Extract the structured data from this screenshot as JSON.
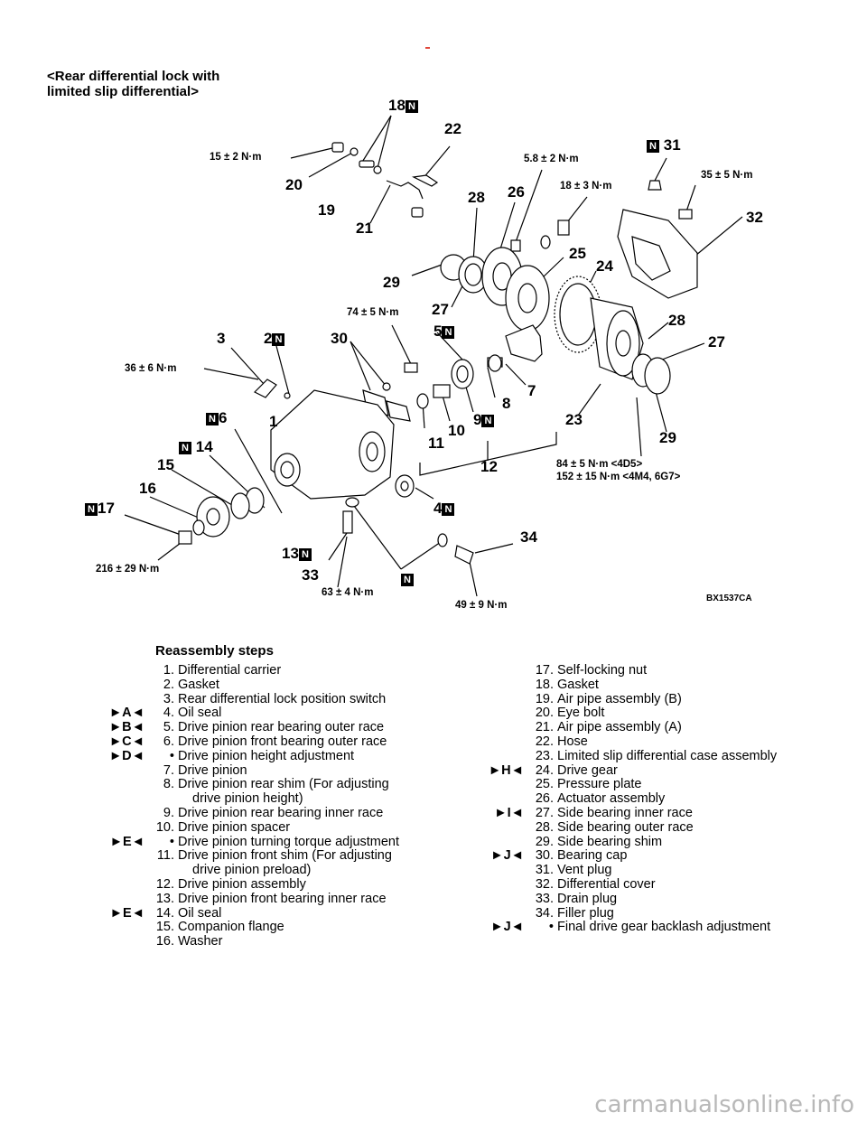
{
  "figure": {
    "title_line1": "<Rear differential lock with",
    "title_line2": "limited slip differential>",
    "code": "BX1537CA",
    "n_badge": "N",
    "labels": {
      "l1": "1",
      "l2": "2",
      "l3": "3",
      "l4": "4",
      "l5": "5",
      "l6": "6",
      "l7": "7",
      "l8": "8",
      "l9": "9",
      "l10": "10",
      "l11": "11",
      "l12": "12",
      "l13": "13",
      "l14": "14",
      "l15": "15",
      "l16": "16",
      "l17": "17",
      "l18": "18",
      "l19": "19",
      "l20": "20",
      "l21": "21",
      "l22": "22",
      "l23": "23",
      "l24": "24",
      "l25": "25",
      "l26": "26",
      "l27a": "27",
      "l27b": "27",
      "l28a": "28",
      "l28b": "28",
      "l29a": "29",
      "l29b": "29",
      "l30": "30",
      "l31": "31",
      "l32": "32",
      "l33": "33",
      "l34": "34"
    },
    "torques": {
      "t_15": "15 ± 2 N·m",
      "t_58": "5.8 ± 2 N·m",
      "t_18": "18 ± 3 N·m",
      "t_35": "35 ± 5 N·m",
      "t_74": "74 ± 5 N·m",
      "t_36": "36 ± 6 N·m",
      "t_84": "84 ± 5 N·m <4D5>",
      "t_152": "152 ± 15 N·m <4M4, 6G7>",
      "t_216": "216 ± 29 N·m",
      "t_63": "63 ± 4 N·m",
      "t_49": "49 ± 9 N·m"
    }
  },
  "steps": {
    "heading": "Reassembly steps",
    "left": [
      {
        "tag": "",
        "num": "1.",
        "text": "Differential carrier"
      },
      {
        "tag": "",
        "num": "2.",
        "text": "Gasket"
      },
      {
        "tag": "",
        "num": "3.",
        "text": "Rear differential lock position switch"
      },
      {
        "tag": "►A◄",
        "num": "4.",
        "text": "Oil seal"
      },
      {
        "tag": "►B◄",
        "num": "5.",
        "text": "Drive pinion rear bearing outer race"
      },
      {
        "tag": "►C◄",
        "num": "6.",
        "text": "Drive pinion front bearing outer race"
      },
      {
        "tag": "►D◄",
        "num": "•",
        "text": "Drive pinion height adjustment"
      },
      {
        "tag": "",
        "num": "7.",
        "text": "Drive pinion"
      },
      {
        "tag": "",
        "num": "8.",
        "text": "Drive pinion rear shim (For adjusting"
      },
      {
        "tag": "",
        "num": "",
        "text": "drive pinion height)",
        "cont": true
      },
      {
        "tag": "",
        "num": "9.",
        "text": "Drive pinion rear bearing inner race"
      },
      {
        "tag": "",
        "num": "10.",
        "text": "Drive pinion spacer"
      },
      {
        "tag": "►E◄",
        "num": "•",
        "text": "Drive pinion turning torque adjustment"
      },
      {
        "tag": "",
        "num": "11.",
        "text": "Drive pinion front shim (For adjusting"
      },
      {
        "tag": "",
        "num": "",
        "text": "drive pinion preload)",
        "cont": true
      },
      {
        "tag": "",
        "num": "12.",
        "text": "Drive pinion assembly"
      },
      {
        "tag": "",
        "num": "13.",
        "text": "Drive pinion front bearing inner race"
      },
      {
        "tag": "►E◄",
        "num": "14.",
        "text": "Oil seal"
      },
      {
        "tag": "",
        "num": "15.",
        "text": "Companion flange"
      },
      {
        "tag": "",
        "num": "16.",
        "text": "Washer"
      }
    ],
    "right": [
      {
        "tag": "",
        "num": "17.",
        "text": "Self-locking nut"
      },
      {
        "tag": "",
        "num": "18.",
        "text": "Gasket"
      },
      {
        "tag": "",
        "num": "19.",
        "text": "Air pipe assembly (B)"
      },
      {
        "tag": "",
        "num": "20.",
        "text": "Eye bolt"
      },
      {
        "tag": "",
        "num": "21.",
        "text": "Air pipe assembly (A)"
      },
      {
        "tag": "",
        "num": "22.",
        "text": "Hose"
      },
      {
        "tag": "",
        "num": "23.",
        "text": "Limited slip differential case assembly"
      },
      {
        "tag": "►H◄",
        "num": "24.",
        "text": "Drive gear"
      },
      {
        "tag": "",
        "num": "25.",
        "text": "Pressure plate"
      },
      {
        "tag": "",
        "num": "26.",
        "text": "Actuator assembly"
      },
      {
        "tag": "►I◄",
        "num": "27.",
        "text": "Side bearing inner race"
      },
      {
        "tag": "",
        "num": "28.",
        "text": "Side bearing outer race"
      },
      {
        "tag": "",
        "num": "29.",
        "text": "Side bearing shim"
      },
      {
        "tag": "►J◄",
        "num": "30.",
        "text": "Bearing cap"
      },
      {
        "tag": "",
        "num": "31.",
        "text": "Vent plug"
      },
      {
        "tag": "",
        "num": "32.",
        "text": "Differential cover"
      },
      {
        "tag": "",
        "num": "33.",
        "text": "Drain plug"
      },
      {
        "tag": "",
        "num": "34.",
        "text": "Filler plug"
      },
      {
        "tag": "►J◄",
        "num": "•",
        "text": "Final drive gear backlash adjustment"
      }
    ]
  },
  "footer": {
    "watermark": "carmanualsonline.info"
  }
}
